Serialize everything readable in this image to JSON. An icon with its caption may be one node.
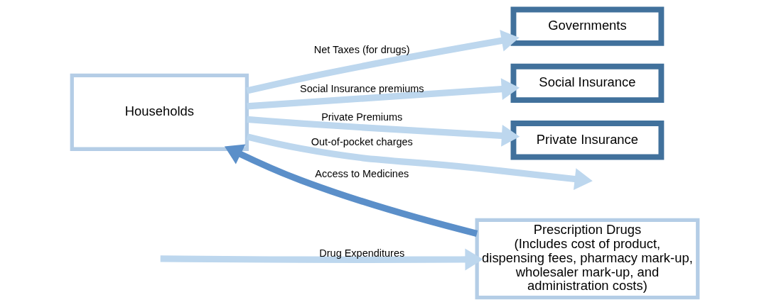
{
  "diagram": {
    "nodes": [
      {
        "text": [
          "Households"
        ]
      },
      {
        "text": [
          "Governments"
        ]
      },
      {
        "text": [
          "Social Insurance"
        ]
      },
      {
        "text": [
          "Private Insurance"
        ]
      },
      {
        "text": [
          "Prescription Drugs",
          "(Includes cost of product, dispensing fees, pharmacy mark-up, wholesaler mark-up, and administration costs)"
        ]
      }
    ],
    "edges": [
      {
        "from": 0,
        "to": 1,
        "arrow": "to",
        "label": "Net Taxes (for drugs)"
      },
      {
        "from": 0,
        "to": 2,
        "arrow": "to",
        "label": "Social Insurance premiums"
      },
      {
        "from": 0,
        "to": 3,
        "arrow": "to",
        "label": "Private Premiums"
      },
      {
        "from": 0,
        "to": null,
        "arrow": "to",
        "label": "Out-of-pocket charges"
      },
      {
        "from": null,
        "to": 4,
        "arrow": "to",
        "label": "Drug Expenditures"
      },
      {
        "from": 4,
        "to": 0,
        "arrow": "to",
        "label": "Access to Medicines",
        "color": "#5b8fc9"
      }
    ]
  }
}
